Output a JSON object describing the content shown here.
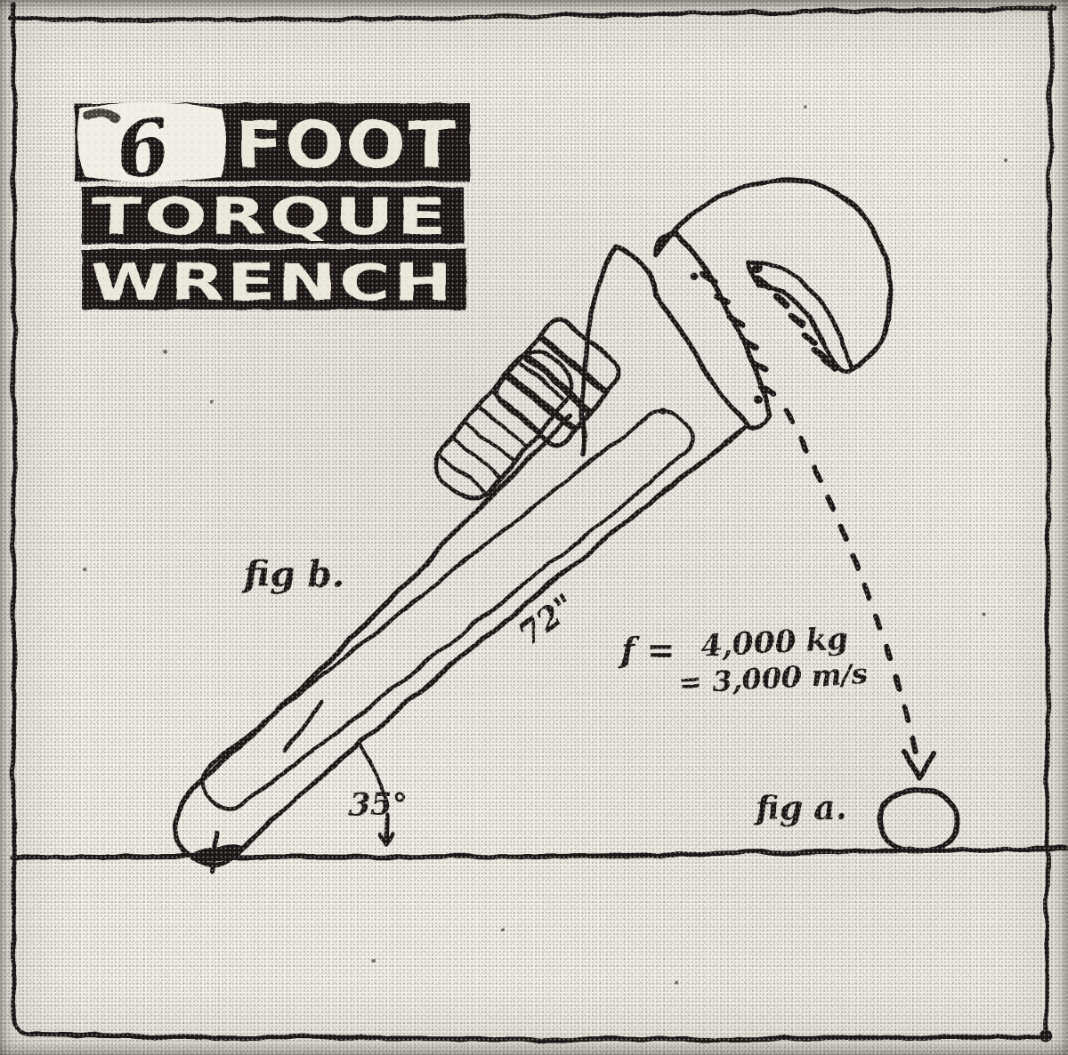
{
  "page": {
    "kind": "hand-drawn newsprint cartoon diagram",
    "ink_color": "#1c1813",
    "paper_color": "#f2efe8"
  },
  "title_block": {
    "number": "6",
    "word1": "FOOT",
    "word2": "TORQUE",
    "word3": "WRENCH"
  },
  "annotations": {
    "fig_b": "fig b.",
    "handle_length": "72\"",
    "force_lhs": "f =",
    "force_value": "4,000 kg",
    "force_line2": "= 3,000 m/s",
    "angle": "35°",
    "fig_a": "fig a."
  },
  "scene": {
    "objects": [
      "pipe-wrench",
      "knurled-adjusting-nut",
      "hook-jaw",
      "heel-jaw-teeth",
      "ground-line",
      "angle-marker",
      "trajectory-dashes",
      "ball"
    ]
  }
}
